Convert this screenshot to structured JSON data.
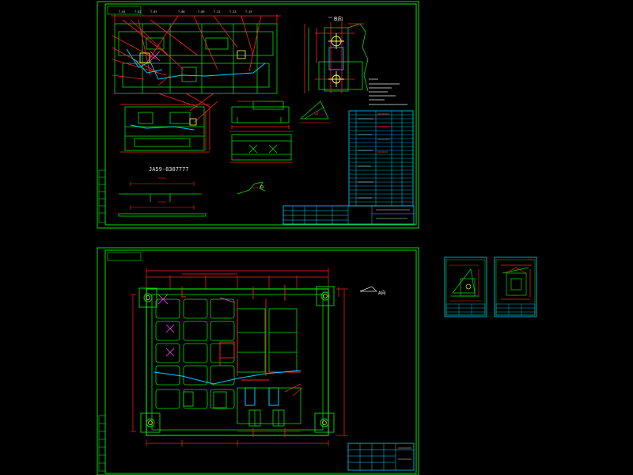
{
  "viewport": {
    "background": "#000000"
  },
  "colors": {
    "frame": "#00e000",
    "dim": "#ff2020",
    "cyan": "#00d0ff",
    "white": "#e8e8e8",
    "magenta": "#ff40ff",
    "yellow": "#ffff40"
  },
  "sheets": {
    "upper": {
      "view_label": "B向",
      "part_code": "JA59-8307777"
    },
    "lower": {
      "view_label": "A向"
    }
  }
}
